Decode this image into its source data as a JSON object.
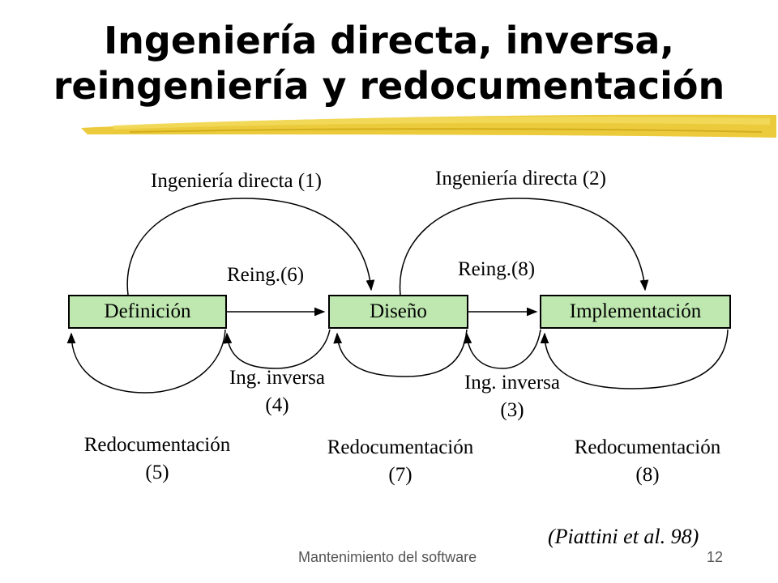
{
  "slide": {
    "title_line1": "Ingeniería directa, inversa,",
    "title_line2": "reingeniería y redocumentación",
    "footer": "Mantenimiento del software",
    "page_number": "12",
    "citation": "(Piattini et al. 98)",
    "underline_color": "#e8c21a"
  },
  "diagram": {
    "boxes": {
      "definicion": "Definición",
      "diseno": "Diseño",
      "implementacion": "Implementación",
      "fill_color": "#bfe8b0"
    },
    "labels": {
      "ing_directa_1": "Ingeniería directa (1)",
      "ing_directa_2": "Ingeniería directa (2)",
      "reing_6": "Reing.(6)",
      "reing_8": "Reing.(8)",
      "ing_inversa_4_line1": "Ing. inversa",
      "ing_inversa_4_line2": "(4)",
      "ing_inversa_3_line1": "Ing. inversa",
      "ing_inversa_3_line2": "(3)",
      "redoc_5_line1": "Redocumentación",
      "redoc_5_line2": "(5)",
      "redoc_7_line1": "Redocumentación",
      "redoc_7_line2": "(7)",
      "redoc_8_line1": "Redocumentación",
      "redoc_8_line2": "(8)"
    }
  }
}
